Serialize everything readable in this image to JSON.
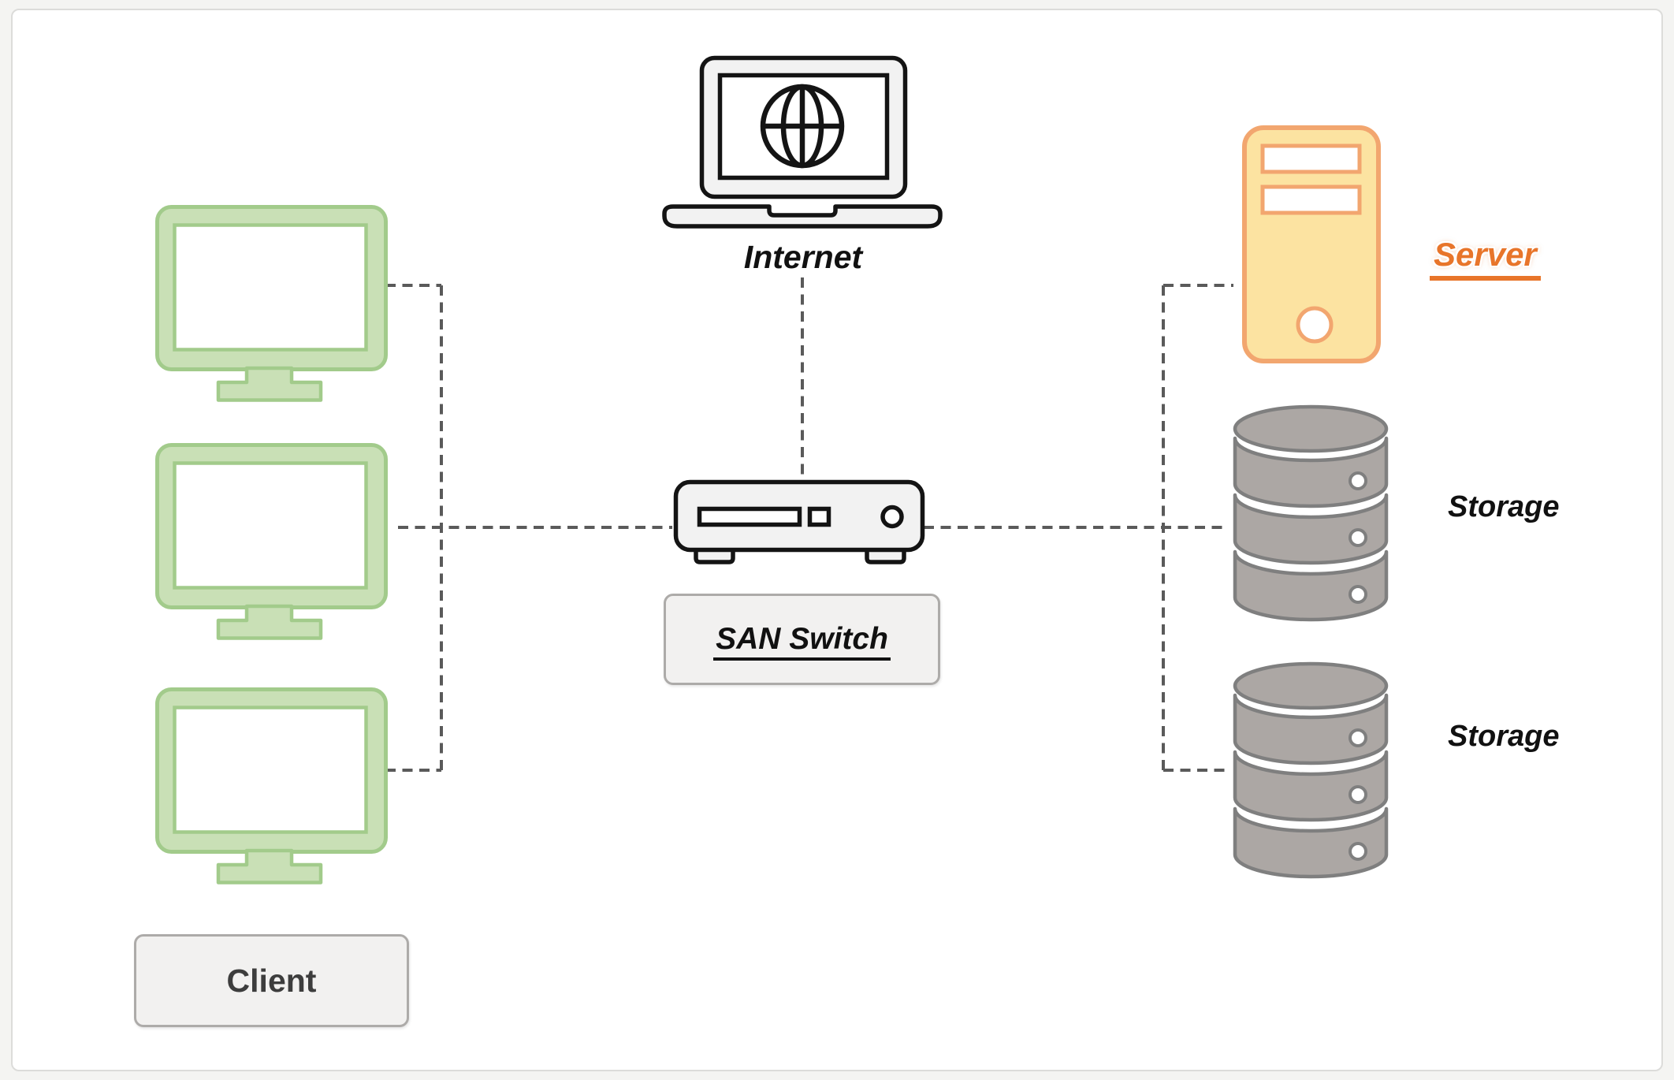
{
  "diagram_type": "SAN network architecture diagram",
  "labels": {
    "internet": "Internet",
    "san_switch": "SAN Switch",
    "client": "Client",
    "server": "Server",
    "storage_top": "Storage",
    "storage_bottom": "Storage"
  },
  "nodes": [
    {
      "id": "internet",
      "label": "Internet",
      "icon": "laptop-globe-icon",
      "count": 1
    },
    {
      "id": "clients",
      "label": "Client",
      "icon": "monitor-icon",
      "count": 3
    },
    {
      "id": "san_switch",
      "label": "SAN Switch",
      "icon": "network-switch-icon",
      "count": 1
    },
    {
      "id": "server",
      "label": "Server",
      "icon": "server-tower-icon",
      "count": 1
    },
    {
      "id": "storage_top",
      "label": "Storage",
      "icon": "database-stack-icon",
      "count": 1
    },
    {
      "id": "storage_bottom",
      "label": "Storage",
      "icon": "database-stack-icon",
      "count": 1
    }
  ],
  "edges": [
    {
      "from": "internet",
      "to": "san_switch",
      "style": "dashed"
    },
    {
      "from": "clients",
      "to": "san_switch",
      "style": "dashed"
    },
    {
      "from": "san_switch",
      "to": "server",
      "style": "dashed"
    },
    {
      "from": "san_switch",
      "to": "storage_top",
      "style": "dashed"
    },
    {
      "from": "san_switch",
      "to": "storage_bottom",
      "style": "dashed"
    }
  ],
  "colors": {
    "canvas_bg": "#f4f4f2",
    "page_bg": "#ffffff",
    "page_border": "#dcdcda",
    "dash": "#5a5a5a",
    "icon_fill": "#f2f2f2",
    "icon_stroke": "#141414",
    "green_fill": "#c9e0b6",
    "green_stroke": "#a2cb8b",
    "yellow_fill": "#fce3a1",
    "orange_stroke": "#f2a66f",
    "gray_fill": "#aca7a4",
    "gray_stroke": "#7f7f7f",
    "box_fill": "#f2f1f0",
    "box_border": "#adaba9",
    "text_dark": "#111111",
    "client_text": "#3d3d3d",
    "server_orange": "#e8752a"
  }
}
